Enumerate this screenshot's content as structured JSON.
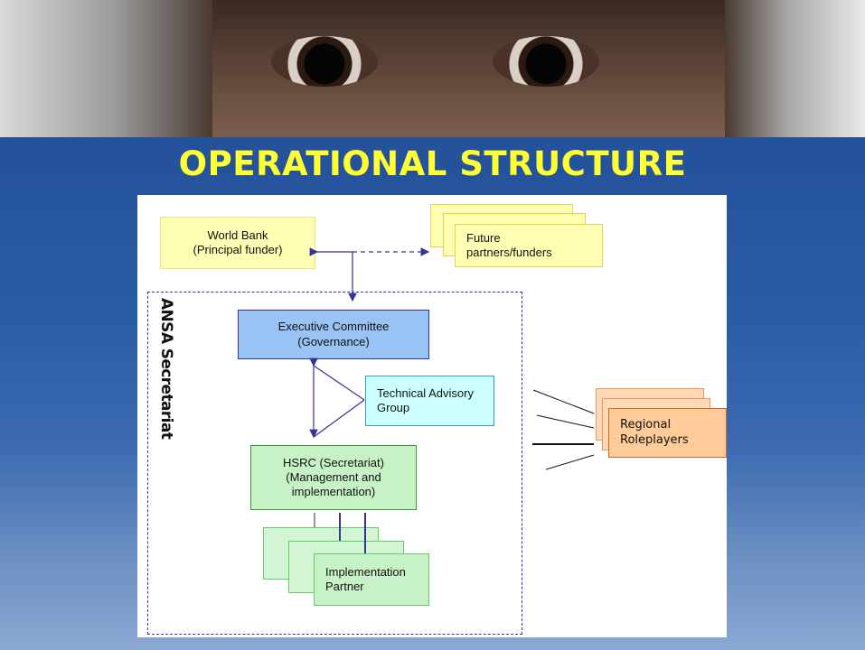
{
  "slide": {
    "title": "OPERATIONAL STRUCTURE",
    "secretariat_label": "ANSA Secretariat"
  },
  "nodes": {
    "world_bank": "World Bank\n(Principal funder)",
    "future_partners": "Future\npartners/funders",
    "executive_committee": "Executive Committee\n(Governance)",
    "technical_advisory": "Technical Advisory\nGroup",
    "hsrc": "HSRC (Secretariat)\n(Management and\nimplementation)",
    "implementation_partner": "Implementation\nPartner",
    "regional_roleplayers": "Regional\nRoleplayers"
  },
  "colors": {
    "title": "#ffff33",
    "world_bank_fill": "#ffffb3",
    "executive_fill": "#99c2f5",
    "technical_fill": "#ccffff",
    "hsrc_fill": "#c6f2c6",
    "regional_fill": "#ffcc99",
    "arrow": "#333399"
  }
}
